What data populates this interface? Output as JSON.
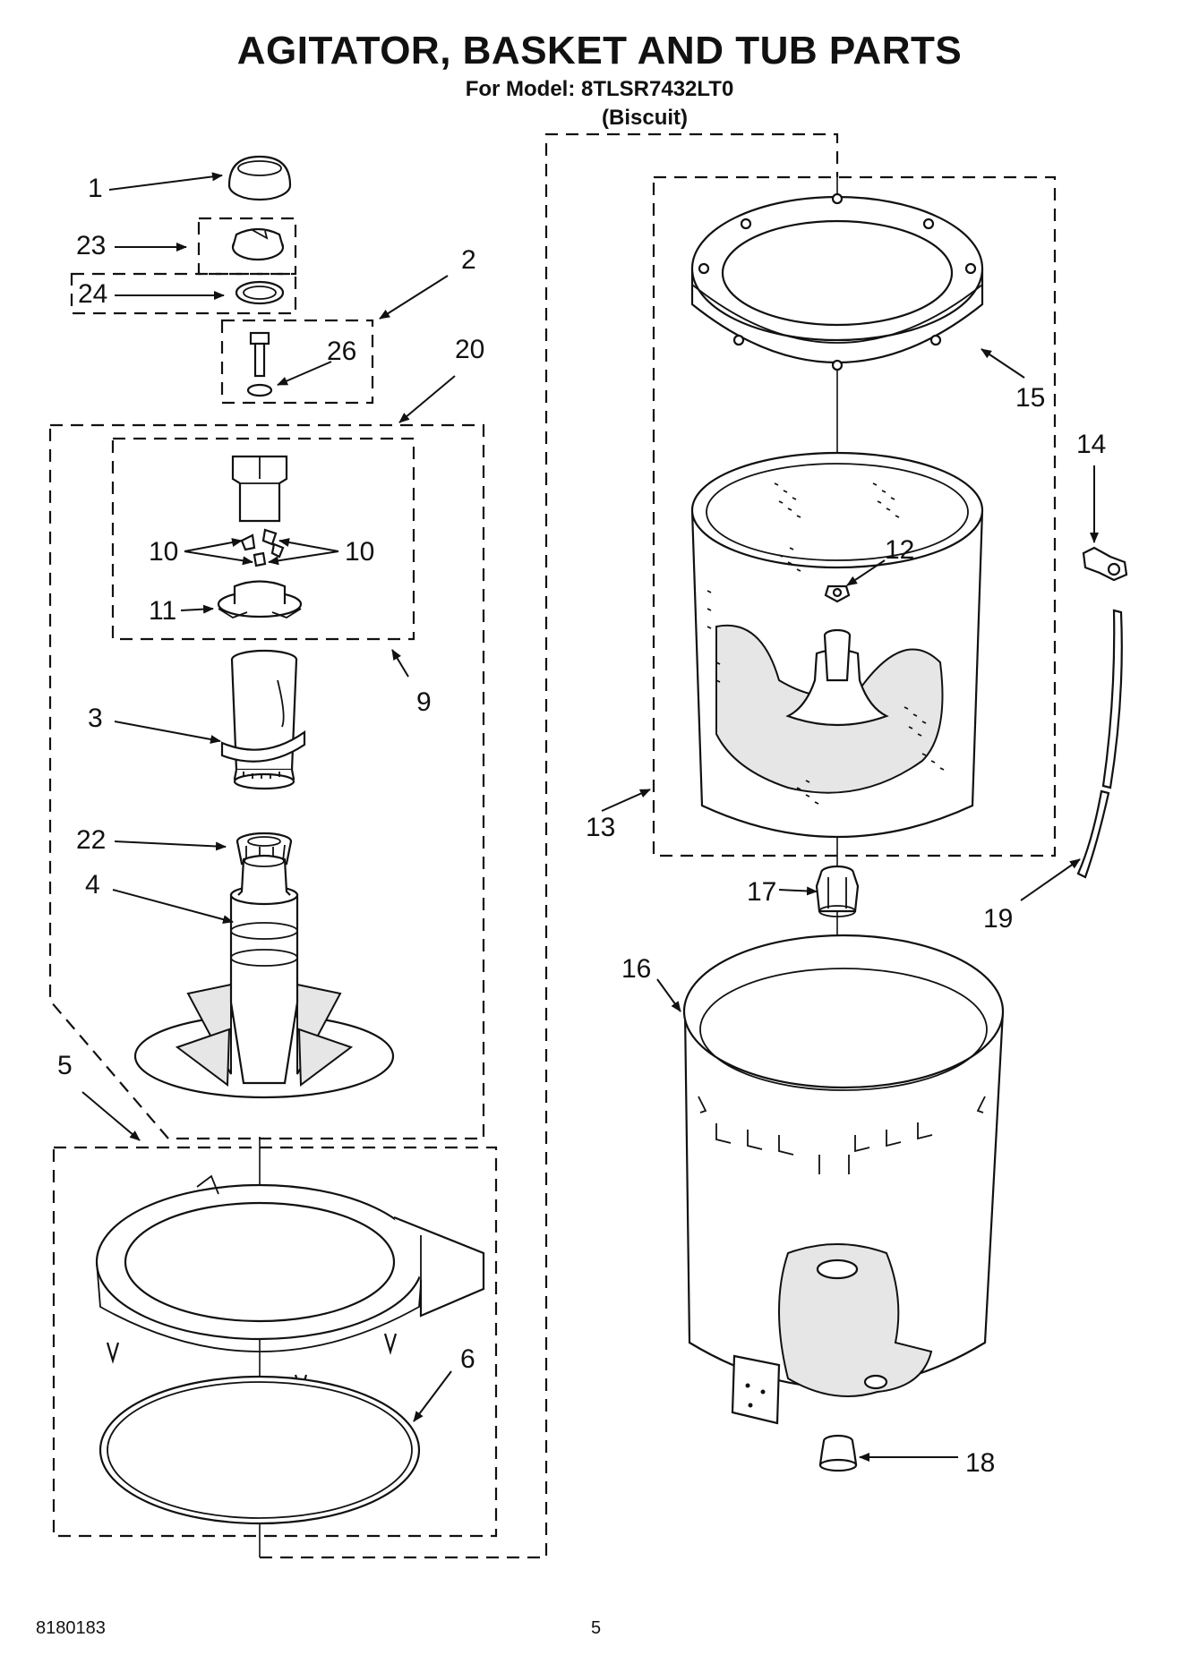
{
  "header": {
    "title": "AGITATOR, BASKET AND TUB PARTS",
    "model": "For Model: 8TLSR7432LT0",
    "variant": "(Biscuit)"
  },
  "callouts": {
    "c1": "1",
    "c2": "2",
    "c3": "3",
    "c4": "4",
    "c5": "5",
    "c6": "6",
    "c9": "9",
    "c10a": "10",
    "c10b": "10",
    "c11": "11",
    "c12": "12",
    "c13": "13",
    "c14": "14",
    "c15": "15",
    "c16": "16",
    "c17": "17",
    "c18": "18",
    "c19": "19",
    "c20": "20",
    "c22": "22",
    "c23": "23",
    "c24": "24",
    "c26": "26"
  },
  "footer": {
    "doc_number": "8180183",
    "page_number": "5"
  }
}
